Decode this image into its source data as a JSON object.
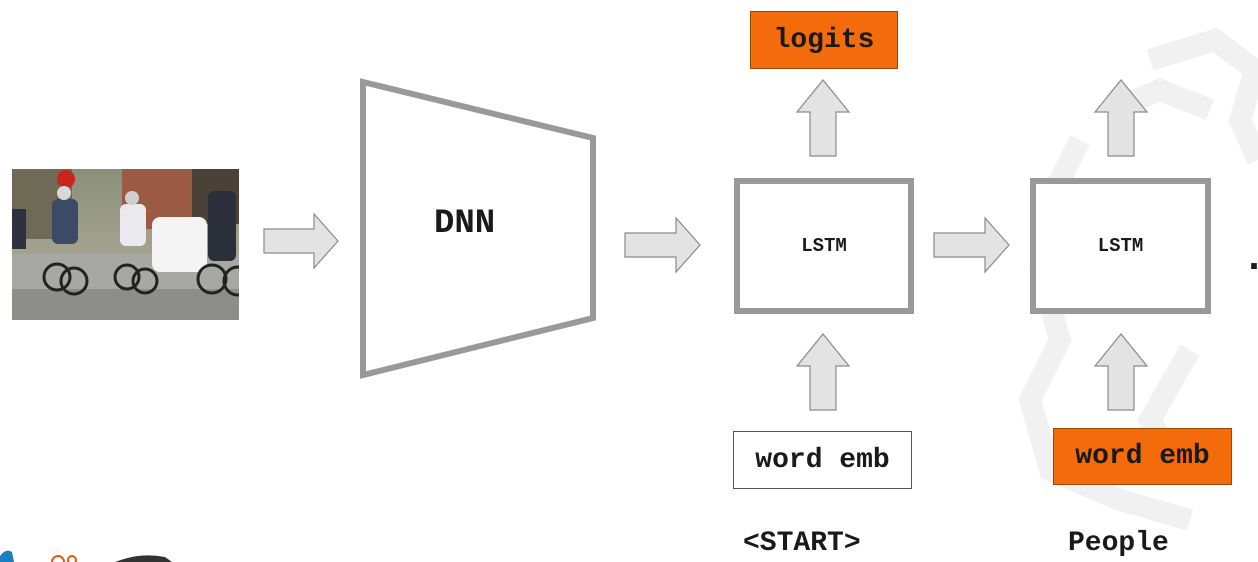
{
  "colors": {
    "accent_orange": "#f36b0b",
    "arrow_fill": "#e3e3e3",
    "arrow_stroke": "#8a8a8a",
    "frame_gray": "#999999"
  },
  "pipeline": {
    "dnn_label": "DNN",
    "lstm_1_label": "LSTM",
    "lstm_2_label": "LSTM",
    "logits_label": "logits",
    "word_emb_1_label": "word emb",
    "word_emb_2_label": "word emb",
    "token_1": "<START>",
    "token_2": "People",
    "continuation": "."
  },
  "photo": {
    "subject": "cyclists-riding-on-street"
  }
}
